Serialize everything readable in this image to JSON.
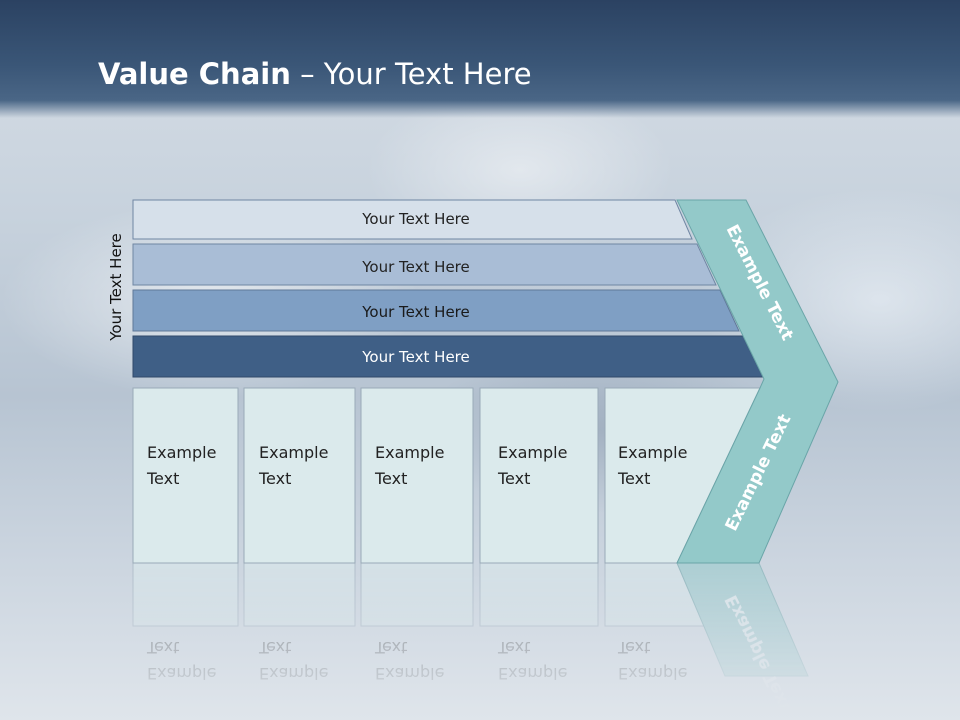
{
  "slide": {
    "title_bold": "Value Chain",
    "title_rest": " – Your Text Here",
    "side_label": "Your Text Here"
  },
  "support_activities": [
    {
      "label": "Your Text Here"
    },
    {
      "label": "Your Text Here"
    },
    {
      "label": "Your Text Here"
    },
    {
      "label": "Your Text Here"
    }
  ],
  "primary_activities": [
    {
      "line1": "Example",
      "line2": "Text"
    },
    {
      "line1": "Example",
      "line2": "Text"
    },
    {
      "line1": "Example",
      "line2": "Text"
    },
    {
      "line1": "Example",
      "line2": "Text"
    },
    {
      "line1": "Example",
      "line2": "Text"
    }
  ],
  "margin_chevron": {
    "upper_label": "Example Text",
    "lower_label": "Example Text"
  },
  "colors": {
    "row1": "#d6e0ea",
    "row2": "#a9bdd6",
    "row3": "#7f9fc4",
    "row4": "#3f5f86",
    "box": "#dbeaec",
    "chevron": "#93c9c9"
  }
}
